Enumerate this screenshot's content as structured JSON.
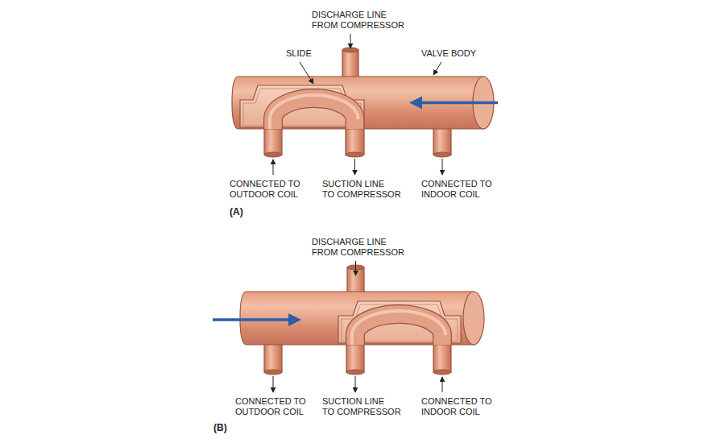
{
  "diagram": {
    "labels": [
      "DISCHARGE LINE FROM COMPRESSOR",
      "SLIDE",
      "VALVE BODY",
      "CONNECTED TO OUTDOOR COIL",
      "SUCTION LINE TO COMPRESSOR",
      "CONNECTED TO INDOOR COIL",
      "(A)",
      "DISCHARGE LINE FROM COMPRESSOR",
      "CONNECTED TO OUTDOOR COIL",
      "SUCTION LINE TO COMPRESSOR",
      "CONNECTED TO INDOOR COIL",
      "(B)"
    ]
  }
}
